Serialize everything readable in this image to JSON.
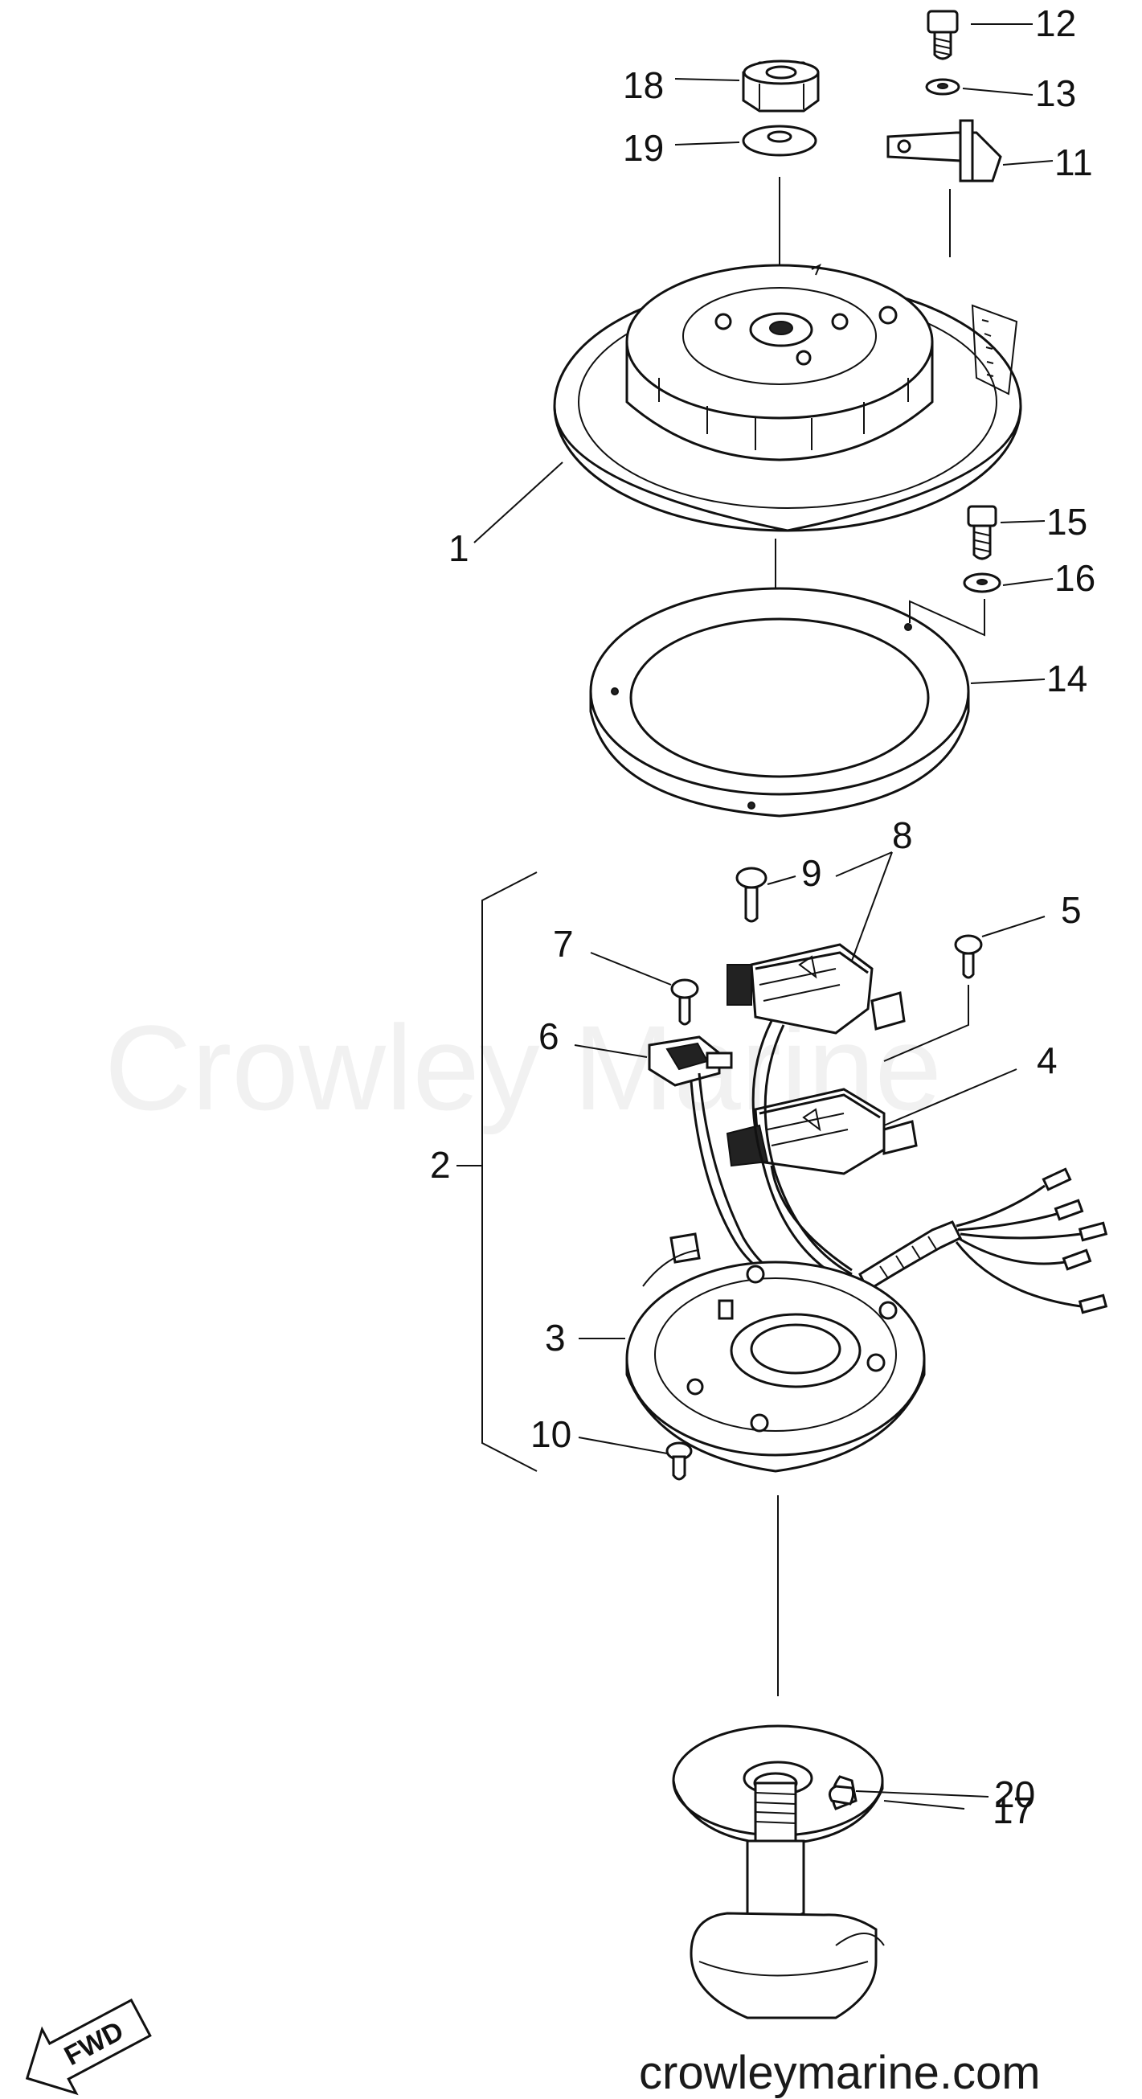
{
  "watermark": {
    "center_text": "Crowley Marine",
    "corner_text": "crowleymarine.com"
  },
  "fwd_badge": "FWD",
  "callouts": {
    "c1": "1",
    "c2": "2",
    "c3": "3",
    "c4": "4",
    "c5": "5",
    "c6": "6",
    "c7": "7",
    "c8": "8",
    "c9": "9",
    "c10": "10",
    "c11": "11",
    "c12": "12",
    "c13": "13",
    "c14": "14",
    "c15": "15",
    "c16": "16",
    "c17": "17",
    "c18": "18",
    "c19": "19",
    "c20": "20"
  }
}
